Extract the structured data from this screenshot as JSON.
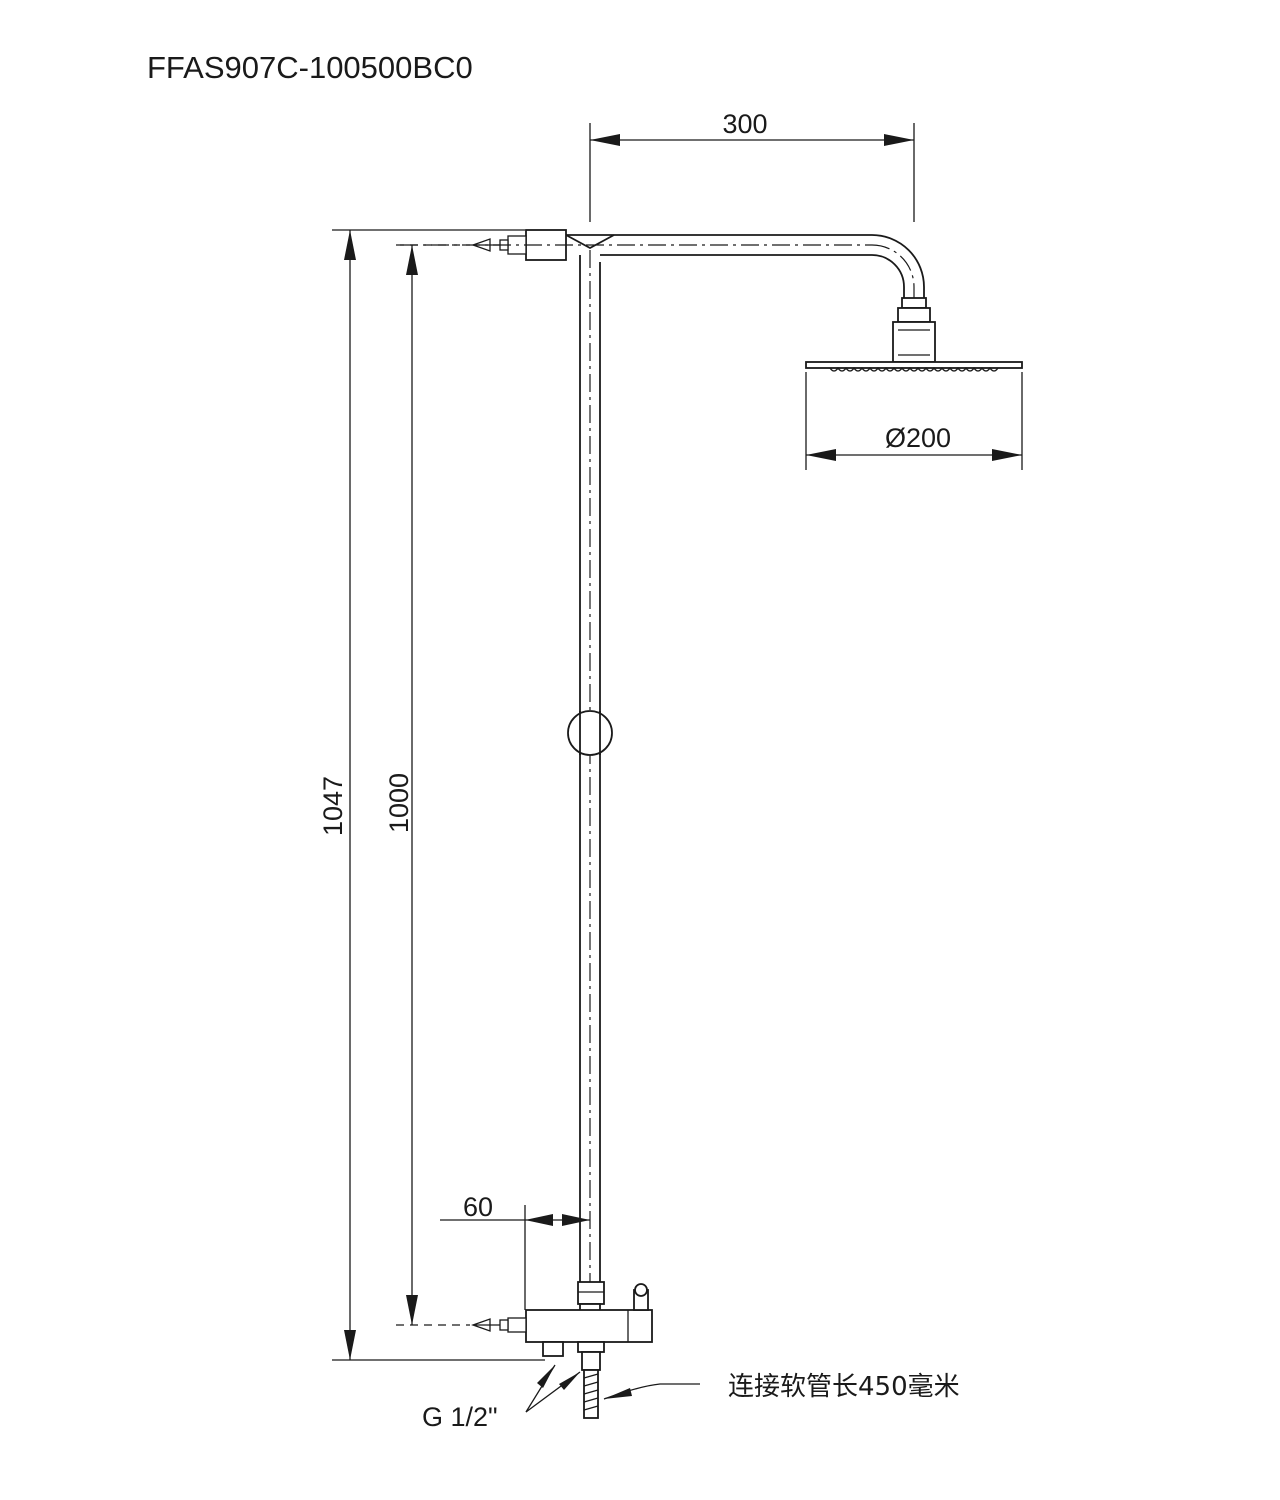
{
  "model_code": "FFAS907C-100500BC0",
  "dimensions": {
    "arm_length": "300",
    "head_diameter": "Ø200",
    "total_height": "1047",
    "inlet_height": "1000",
    "offset": "60"
  },
  "labels": {
    "thread": "G 1/2\"",
    "hose_note": "连接软管长450毫米"
  },
  "colors": {
    "line": "#1a1a1a",
    "background": "#ffffff"
  }
}
